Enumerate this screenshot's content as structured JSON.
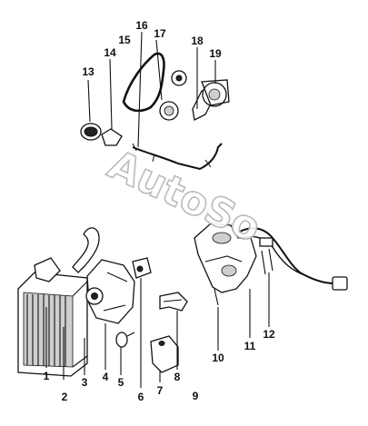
{
  "diagram": {
    "watermark": "AutoSo",
    "callouts": [
      "1",
      "2",
      "3",
      "4",
      "5",
      "6",
      "7",
      "8",
      "9",
      "10",
      "11",
      "12",
      "13",
      "14",
      "15",
      "16",
      "17",
      "18",
      "19"
    ]
  }
}
